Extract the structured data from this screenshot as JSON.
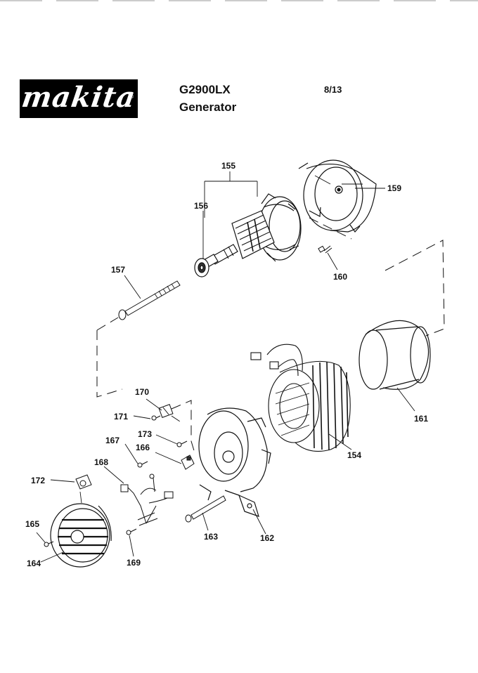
{
  "header": {
    "brand": "makita",
    "model": "G2900LX",
    "subtitle": "Generator",
    "page": "8/13"
  },
  "diagram": {
    "callouts": [
      {
        "id": "c155",
        "text": "155"
      },
      {
        "id": "c156",
        "text": "156"
      },
      {
        "id": "c159",
        "text": "159"
      },
      {
        "id": "c160",
        "text": "160"
      },
      {
        "id": "c157",
        "text": "157"
      },
      {
        "id": "c161",
        "text": "161"
      },
      {
        "id": "c154",
        "text": "154"
      },
      {
        "id": "c170",
        "text": "170"
      },
      {
        "id": "c171",
        "text": "171"
      },
      {
        "id": "c173",
        "text": "173"
      },
      {
        "id": "c167",
        "text": "167"
      },
      {
        "id": "c166",
        "text": "166"
      },
      {
        "id": "c168",
        "text": "168"
      },
      {
        "id": "c172",
        "text": "172"
      },
      {
        "id": "c165",
        "text": "165"
      },
      {
        "id": "c164",
        "text": "164"
      },
      {
        "id": "c169",
        "text": "169"
      },
      {
        "id": "c163",
        "text": "163"
      },
      {
        "id": "c162",
        "text": "162"
      }
    ]
  }
}
